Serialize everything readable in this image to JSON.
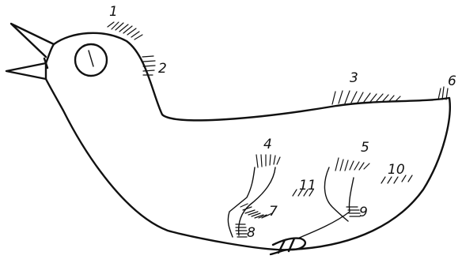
{
  "labels": {
    "l1": "1",
    "l2": "2",
    "l3": "3",
    "l4": "4",
    "l5": "5",
    "l6": "6",
    "l7": "7",
    "l8": "8",
    "l9": "9",
    "l10": "10",
    "l11": "11"
  },
  "colors": {
    "ink": "#111111",
    "paper": "#ffffff"
  }
}
